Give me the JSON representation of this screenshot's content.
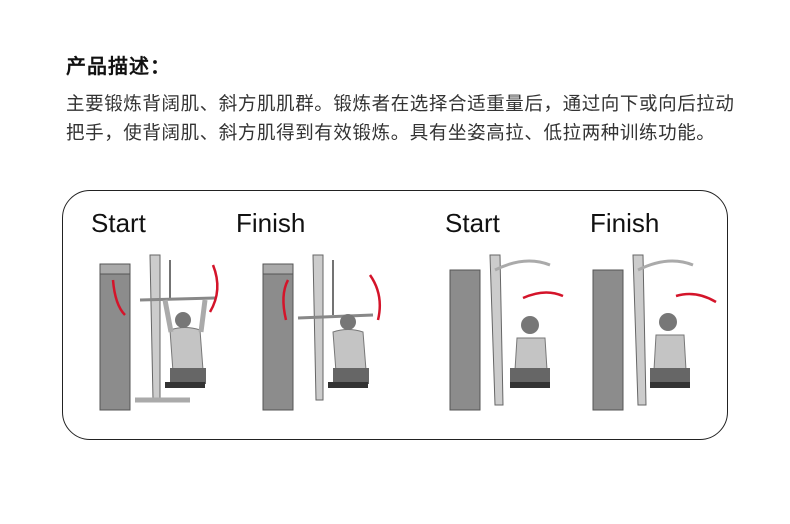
{
  "section": {
    "title": "产品描述：",
    "description": "主要锻炼背阔肌、斜方肌肌群。锻炼者在选择合适重量后，通过向下或向后拉动把手，使背阔肌、斜方肌得到有效锻炼。具有坐姿高拉、低拉两种训练功能。"
  },
  "illustrations": [
    {
      "label": "Start",
      "exercise": "high-pull",
      "arrow": "down"
    },
    {
      "label": "Finish",
      "exercise": "high-pull",
      "arrow": "up"
    },
    {
      "label": "Start",
      "exercise": "low-pull",
      "arrow": "right"
    },
    {
      "label": "Finish",
      "exercise": "low-pull",
      "arrow": "left"
    }
  ],
  "colors": {
    "arrow": "#d4142a",
    "machine": "#8a8a8a",
    "border": "#222222"
  }
}
